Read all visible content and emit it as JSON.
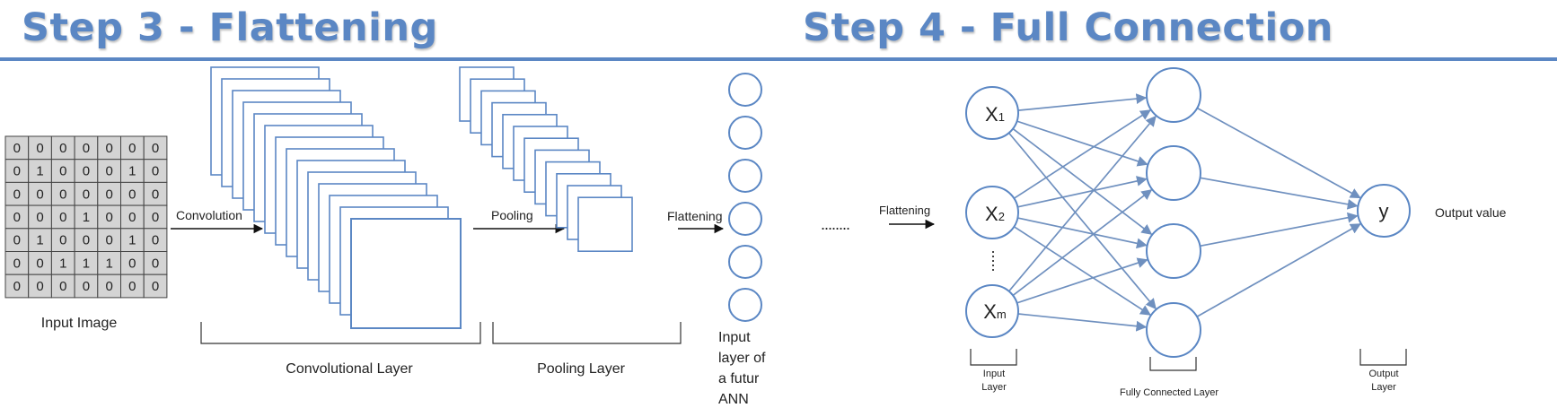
{
  "titles": {
    "left": "Step 3 - Flattening",
    "right": "Step 4 - Full Connection"
  },
  "input_image": {
    "label": "Input Image",
    "grid": [
      [
        "0",
        "0",
        "0",
        "0",
        "0",
        "0",
        "0"
      ],
      [
        "0",
        "1",
        "0",
        "0",
        "0",
        "1",
        "0"
      ],
      [
        "0",
        "0",
        "0",
        "0",
        "0",
        "0",
        "0"
      ],
      [
        "0",
        "0",
        "0",
        "1",
        "0",
        "0",
        "0"
      ],
      [
        "0",
        "1",
        "0",
        "0",
        "0",
        "1",
        "0"
      ],
      [
        "0",
        "0",
        "1",
        "1",
        "1",
        "0",
        "0"
      ],
      [
        "0",
        "0",
        "0",
        "0",
        "0",
        "0",
        "0"
      ]
    ]
  },
  "step3": {
    "arrow_labels": {
      "convolution": "Convolution",
      "pooling": "Pooling",
      "flattening": "Flattening"
    },
    "layer_labels": {
      "convolutional": "Convolutional Layer",
      "pooling": "Pooling Layer"
    },
    "input_layer_label": [
      "Input",
      "layer of",
      "a futur",
      "ANN"
    ],
    "node_count": 6
  },
  "step4": {
    "ellipsis": "........",
    "flattening_label": "Flattening",
    "inputs": [
      {
        "base": "X",
        "sub": "1"
      },
      {
        "base": "X",
        "sub": "2"
      },
      {
        "base": "X",
        "sub": "m"
      }
    ],
    "hidden_count": 4,
    "output": {
      "symbol": "y",
      "label": "Output value"
    },
    "layer_labels": {
      "input": [
        "Input",
        "Layer"
      ],
      "hidden": "Fully Connected Layer",
      "output": [
        "Output",
        "Layer"
      ]
    }
  },
  "colors": {
    "title": "#5b87c4",
    "stroke": "#5b87c4",
    "arrow": "#6f90bf",
    "text": "#222222"
  }
}
